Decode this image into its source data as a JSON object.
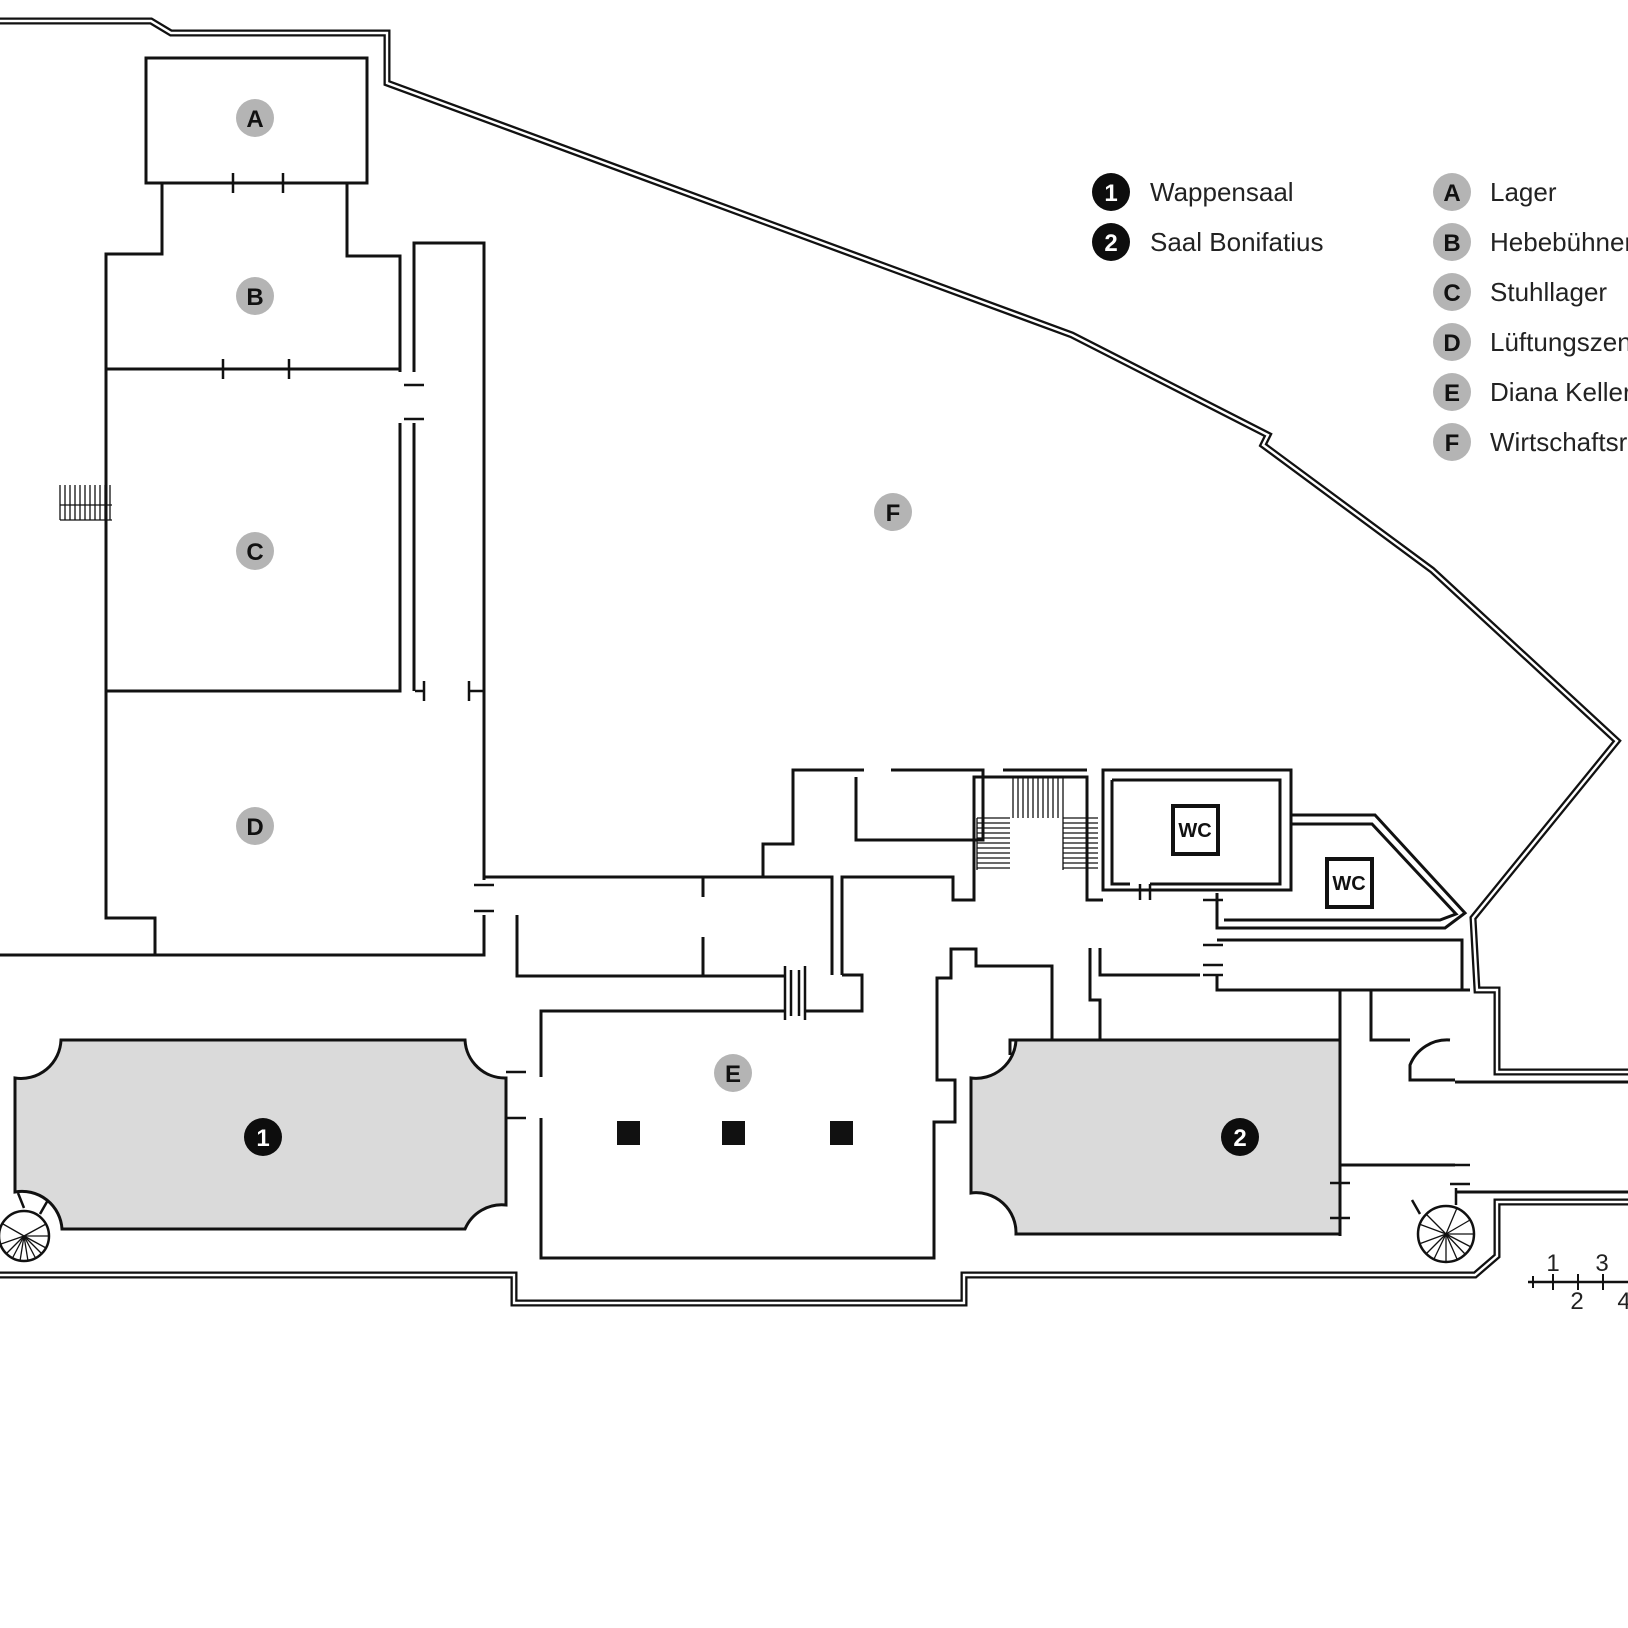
{
  "rooms": {
    "A": "A",
    "B": "B",
    "C": "C",
    "D": "D",
    "E": "E",
    "F": "F",
    "hall1": "1",
    "hall2": "2"
  },
  "wc": {
    "wc1": "WC",
    "wc2": "WC"
  },
  "legend": {
    "numbered": [
      {
        "key": "1",
        "label": "Wappensaal"
      },
      {
        "key": "2",
        "label": "Saal Bonifatius"
      }
    ],
    "lettered": [
      {
        "key": "A",
        "label": "Lager"
      },
      {
        "key": "B",
        "label": "Hebebühnen"
      },
      {
        "key": "C",
        "label": "Stuhllager"
      },
      {
        "key": "D",
        "label": "Lüftungszen"
      },
      {
        "key": "E",
        "label": "Diana Keller"
      },
      {
        "key": "F",
        "label": "Wirtschaftsr"
      }
    ]
  },
  "scale": {
    "t1": "1",
    "t2": "2",
    "t3": "3",
    "t4": "4"
  },
  "colors": {
    "hall_fill": "#dadada",
    "badge_gray": "#b4b4b4",
    "badge_black": "#0d0d0d",
    "wall": "#111111"
  }
}
